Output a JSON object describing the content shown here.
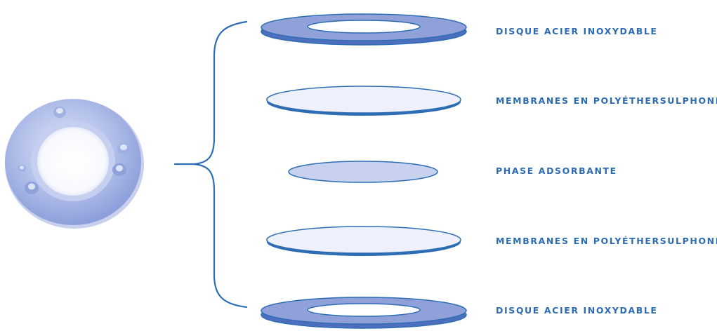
{
  "colors": {
    "outline": "#2c6db4",
    "steel_fill": "#8fa1d8",
    "steel_edge": "#4e6fbe",
    "membrane_fill": "#eef1fb",
    "adsorbent_fill": "#c8d2ee",
    "label": "#2d6cb3",
    "photo_base": "#a3b3e3",
    "photo_highlight": "#d6ddf4"
  },
  "device_photo": {
    "icon": "passive-sampler-disc-photo"
  },
  "layers": [
    {
      "label": "DISQUE ACIER INOXYDABLE",
      "kind": "steel-ring"
    },
    {
      "label": "MEMBRANES EN POLYÉTHERSULPHONE",
      "kind": "membrane"
    },
    {
      "label": "PHASE ADSORBANTE",
      "kind": "adsorbent"
    },
    {
      "label": "MEMBRANES EN POLYÉTHERSULPHONE",
      "kind": "membrane"
    },
    {
      "label": "DISQUE ACIER INOXYDABLE",
      "kind": "steel-ring"
    }
  ]
}
